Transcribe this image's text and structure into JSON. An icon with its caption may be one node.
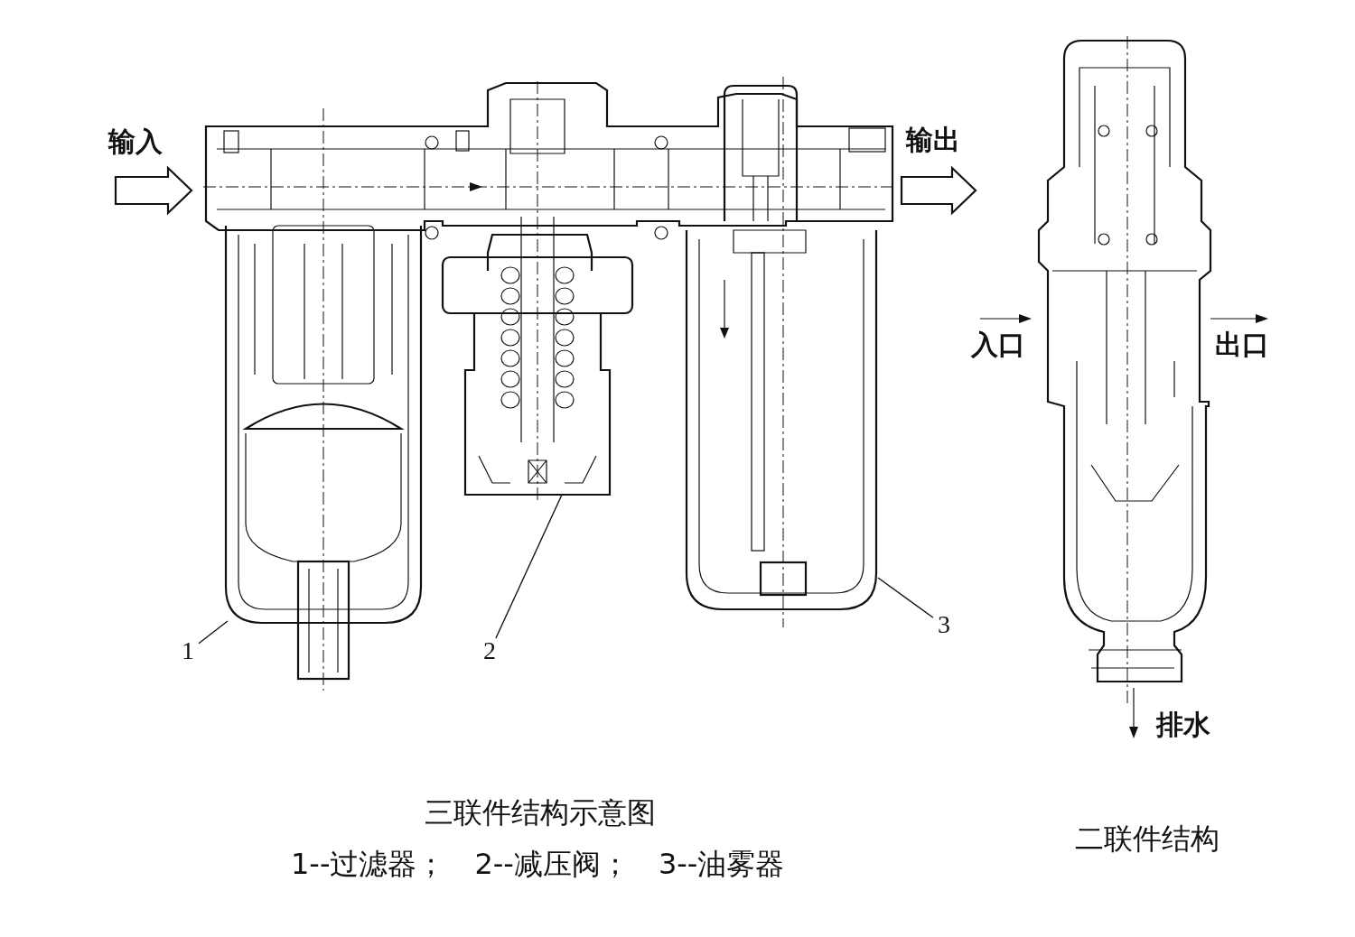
{
  "diagram": {
    "nodes": [
      {
        "text": [
          "1"
        ]
      },
      {
        "text": [],
        "shape": "picture"
      },
      {
        "text": [
          "2"
        ]
      },
      {
        "text": [],
        "shape": "picture"
      },
      {
        "text": [
          "3"
        ]
      },
      {
        "text": [],
        "shape": "picture"
      }
    ],
    "edges": [
      {
        "from": 0,
        "to": 1,
        "arrow": "none"
      },
      {
        "from": 2,
        "to": 3,
        "arrow": "none"
      },
      {
        "from": 4,
        "to": 5,
        "arrow": "none"
      }
    ],
    "labels": [
      "输入",
      "输出",
      "入口",
      "出口",
      "排水",
      "三联件结构示意图",
      "1--过滤器；　2--减压阀；　3--油雾器",
      "二联件结构"
    ]
  }
}
